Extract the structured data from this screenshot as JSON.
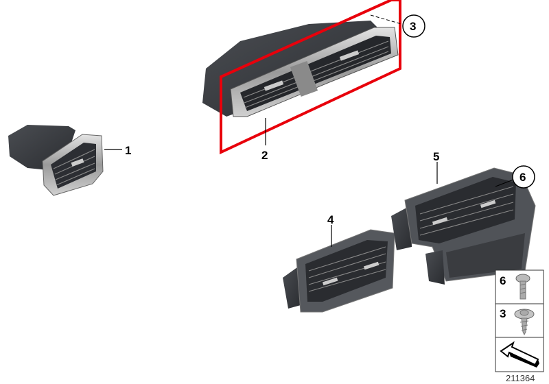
{
  "diagram": {
    "callouts": [
      {
        "id": "callout-1",
        "label": "1",
        "circled": false
      },
      {
        "id": "callout-2",
        "label": "2",
        "circled": false
      },
      {
        "id": "callout-3",
        "label": "3",
        "circled": true
      },
      {
        "id": "callout-4",
        "label": "4",
        "circled": false
      },
      {
        "id": "callout-5",
        "label": "5",
        "circled": false
      },
      {
        "id": "callout-6",
        "label": "6",
        "circled": true
      }
    ],
    "legend": {
      "items": [
        {
          "label": "6",
          "part": "screw-icon"
        },
        {
          "label": "3",
          "part": "self-tapping-screw-icon"
        }
      ],
      "arrow": "direction-arrow-icon"
    },
    "diagram_number": "211364",
    "highlight_color": "#e8000b"
  }
}
